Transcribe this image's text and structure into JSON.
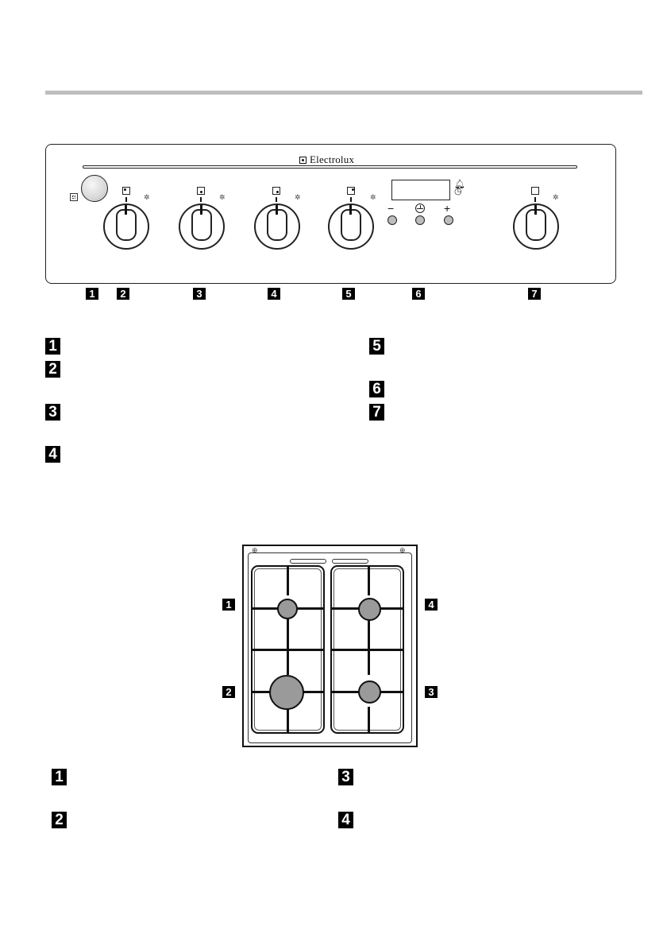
{
  "brand": {
    "name": "Electrolux",
    "logo_icon": "electrolux-logo-icon"
  },
  "panel_badges": [
    "1",
    "2",
    "3",
    "4",
    "5",
    "6",
    "7"
  ],
  "legend_panel": [
    "1",
    "2",
    "3",
    "4",
    "5",
    "6",
    "7"
  ],
  "timer": {
    "minus": "−",
    "plus": "+"
  },
  "hob_badges": [
    "1",
    "2",
    "3",
    "4"
  ],
  "legend_hob": [
    "1",
    "2",
    "3",
    "4"
  ],
  "colors": {
    "badge": "#000000",
    "burner_fill": "#9a9a9a",
    "rule": "#bdbdbd"
  }
}
